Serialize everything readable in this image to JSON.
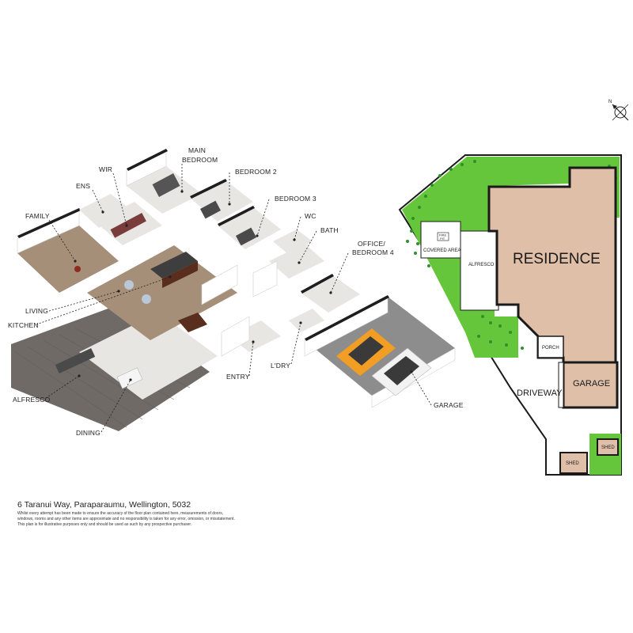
{
  "address": "6 Taranui Way, Paraparaumu, Wellington, 5032",
  "disclaimer": {
    "line1": "Whilst every attempt has been made to ensure the accuracy of the floor plan contained here, measurements of doors,",
    "line2": "windows, rooms and any other items are approximate and no responsibility is taken for any error, omission, or misstatement.",
    "line3": "This plan is for illustrative purposes only and should be used as such by any prospective purchaser."
  },
  "compass": {
    "label": "N"
  },
  "floor_labels": {
    "main_bedroom_1": "MAIN",
    "main_bedroom_2": "BEDROOM",
    "wir": "WIR",
    "ens": "ENS",
    "bedroom2": "BEDROOM 2",
    "bedroom3": "BEDROOM 3",
    "wc": "WC",
    "bath": "BATH",
    "office_1": "OFFICE/",
    "office_2": "BEDROOM 4",
    "family": "FAMILY",
    "living": "LIVING",
    "kitchen": "KITCHEN",
    "alfresco": "ALFRESCO",
    "dining": "DINING",
    "entry": "ENTRY",
    "ldry": "L'DRY",
    "garage": "GARAGE"
  },
  "site_labels": {
    "residence": "RESIDENCE",
    "garage": "GARAGE",
    "driveway": "DRIVEWAY",
    "porch": "PORCH",
    "alfresco": "ALFRESCO",
    "covered_area": "COVERED AREA",
    "fire_pit_1": "FIRE",
    "fire_pit_2": "PIT",
    "shed_1": "SHED",
    "shed_2": "SHED"
  },
  "colors": {
    "lawn": "#65c63b",
    "hedge_dot": "#2f8f2a",
    "residence": "#dfbfa8",
    "site_outline": "#1a1a1a",
    "car_orange": "#f29d24",
    "car_white": "#f2f2f2"
  }
}
